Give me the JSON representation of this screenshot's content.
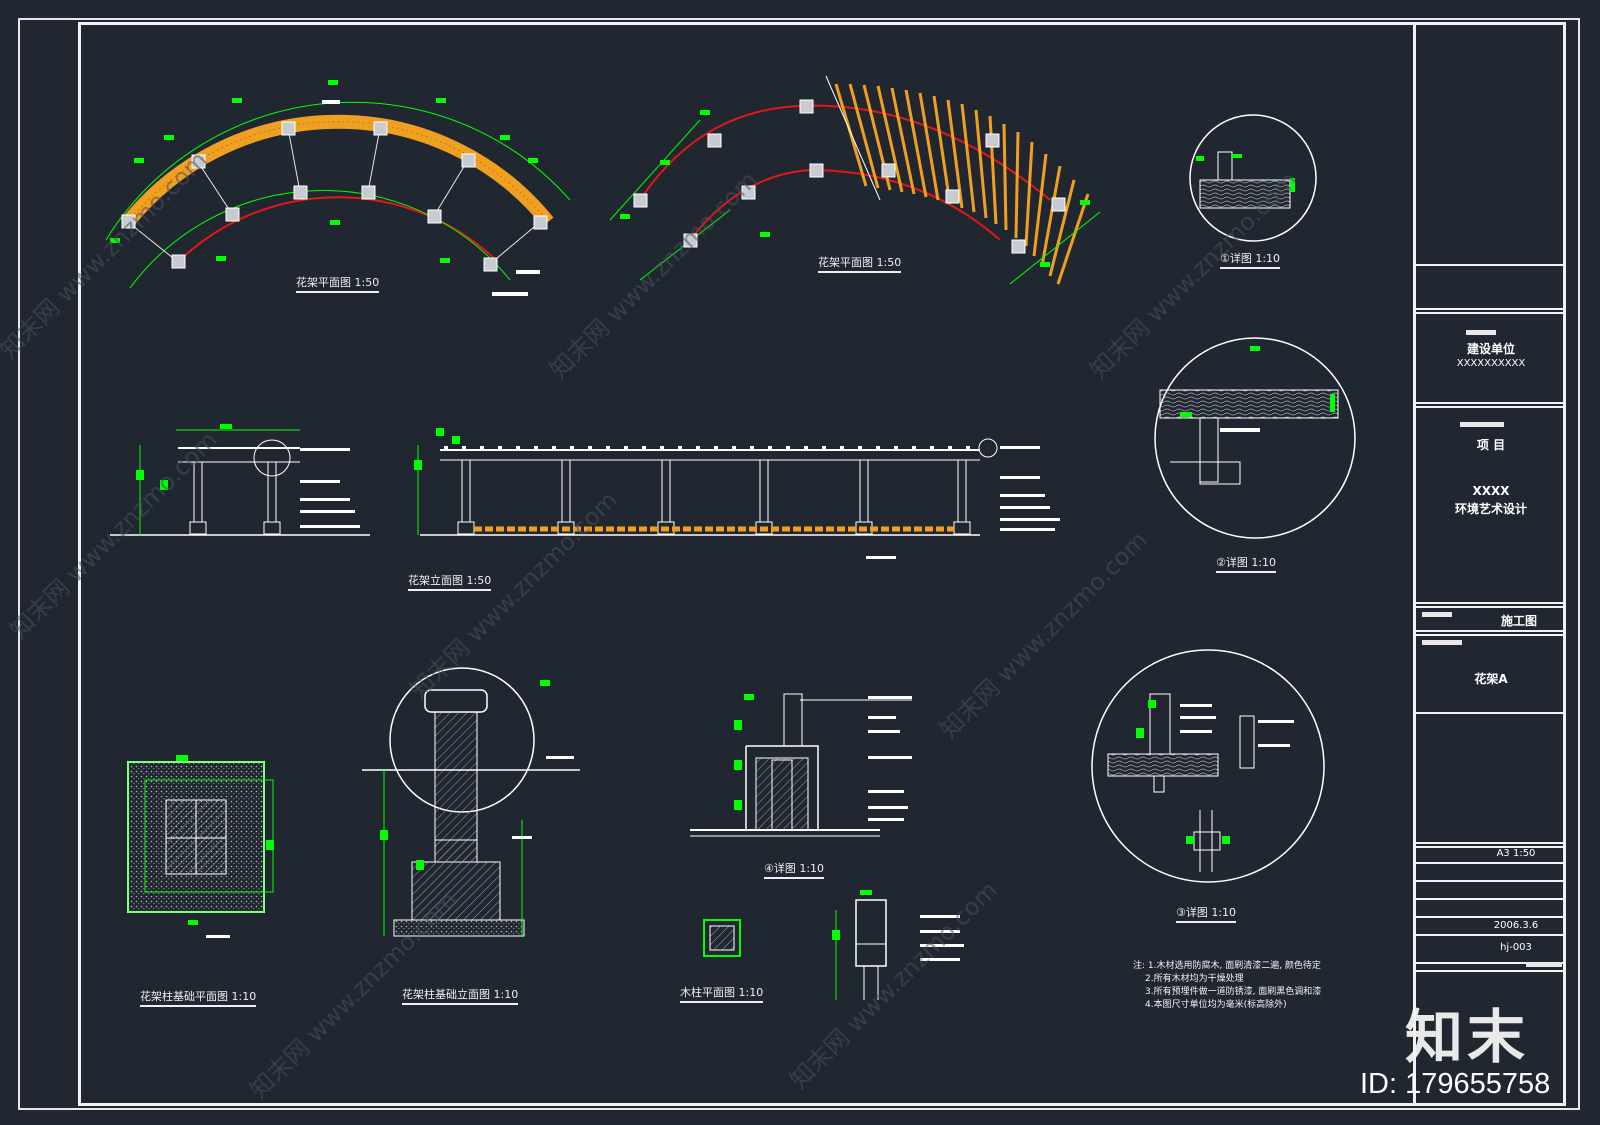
{
  "drawing": {
    "labels": {
      "plan_a": "花架平面图 1:50",
      "plan_b": "花架平面图 1:50",
      "detail_1": "①详图 1:10",
      "elevation": "花架立面图 1:50",
      "detail_2": "②详图 1:10",
      "detail_4": "④详图 1:10",
      "detail_3": "③详图 1:10",
      "footing_plan": "花架柱基础平面图 1:10",
      "footing_elev": "花架柱基础立面图 1:10",
      "post_plan": "木柱平面图 1:10"
    },
    "notes": [
      "注: 1.木材选用防腐木, 面刷清漆二遍, 颜色待定",
      "2.所有木材均为干燥处理",
      "3.所有预埋件做一道防锈漆, 面刷黑色调和漆",
      "4.本图尺寸单位均为毫米(标高除外)"
    ]
  },
  "title_block": {
    "design_unit_label": "建设单位",
    "design_unit_value": "XXXXXXXXXX",
    "project_label": "项 目",
    "project_code": "XXXX",
    "project_name": "环境艺术设计",
    "stage": "施工图",
    "drawing_name": "花架A",
    "scale": "A3 1:50",
    "date": "2006.3.6",
    "drawing_no": "hj-003"
  },
  "watermark": {
    "brand": "知末",
    "id_text": "ID: 179655758",
    "diagonal_text": "知末网 www.znzmo.com"
  },
  "colors": {
    "background": "#212730",
    "frame": "#f2f2f2",
    "dimension": "#00ff00",
    "beam_red": "#e01818",
    "slat_orange": "#f0a020",
    "outline_white": "#ffffff"
  }
}
